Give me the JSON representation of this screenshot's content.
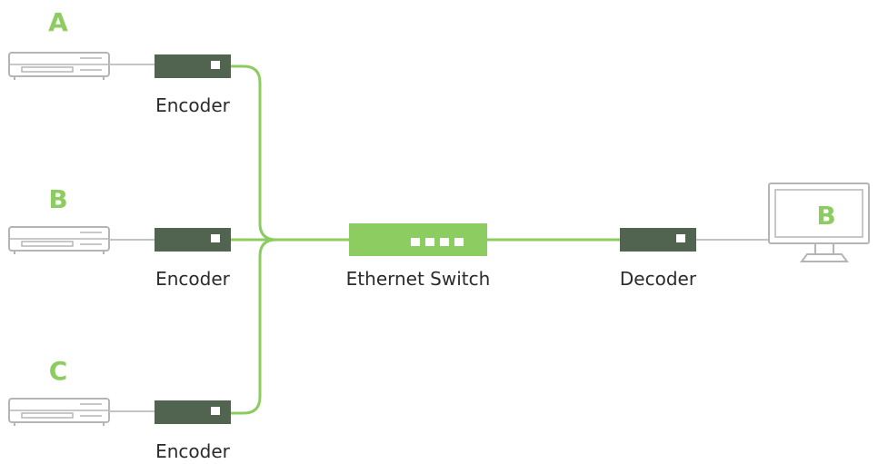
{
  "colors": {
    "green": "#8ccc60",
    "dark": "#50644f",
    "device_gray": "#b5b5b5",
    "text": "#2b2b2b",
    "connector_gray": "#c4c4c4"
  },
  "sources": [
    {
      "letter": "A",
      "encoder_label": "Encoder"
    },
    {
      "letter": "B",
      "encoder_label": "Encoder"
    },
    {
      "letter": "C",
      "encoder_label": "Encoder"
    }
  ],
  "switch": {
    "label": "Ethernet Switch"
  },
  "decoder": {
    "label": "Decoder"
  },
  "display": {
    "letter": "B"
  }
}
